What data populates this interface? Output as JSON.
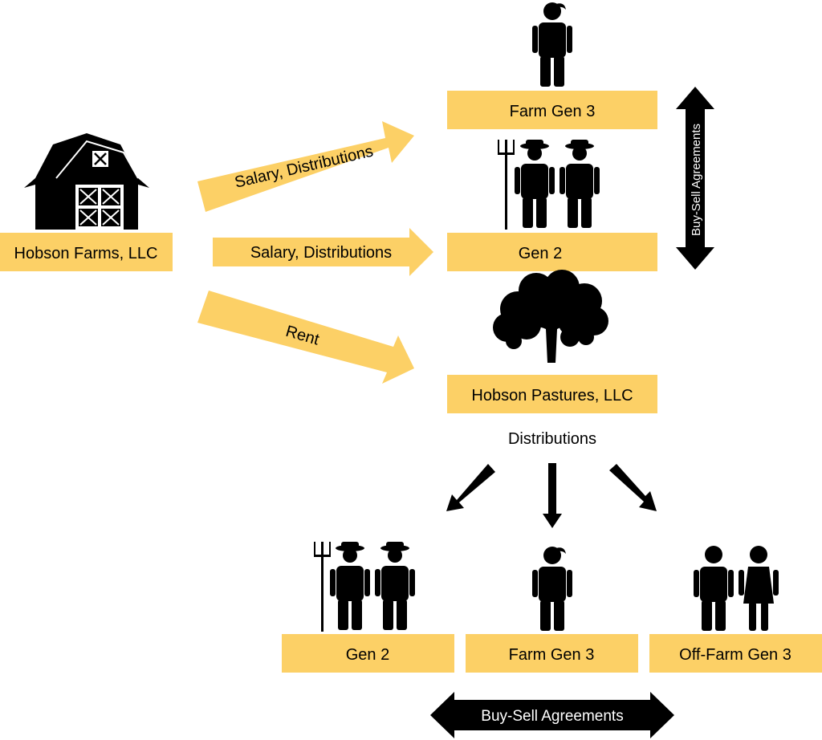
{
  "colors": {
    "box": "#FCD066",
    "arrow": "#FCD066",
    "dark": "#000000",
    "background": "#ffffff"
  },
  "entities": {
    "hobson_farms": "Hobson Farms, LLC",
    "farm_gen3_top": "Farm Gen 3",
    "gen2_top": "Gen 2",
    "hobson_pastures": "Hobson Pastures, LLC",
    "gen2_bottom": "Gen 2",
    "farm_gen3_bottom": "Farm Gen 3",
    "off_farm_gen3": "Off-Farm Gen 3"
  },
  "flows": {
    "salary_dist_1": "Salary, Distributions",
    "salary_dist_2": "Salary, Distributions",
    "rent": "Rent",
    "distributions": "Distributions"
  },
  "agreements": {
    "vertical": "Buy-Sell Agreements",
    "horizontal": "Buy-Sell Agreements"
  },
  "icons": [
    "barn-icon",
    "woman-icon",
    "farmer-with-pitchfork-icon",
    "farmer-icon",
    "tree-icon",
    "man-icon"
  ]
}
